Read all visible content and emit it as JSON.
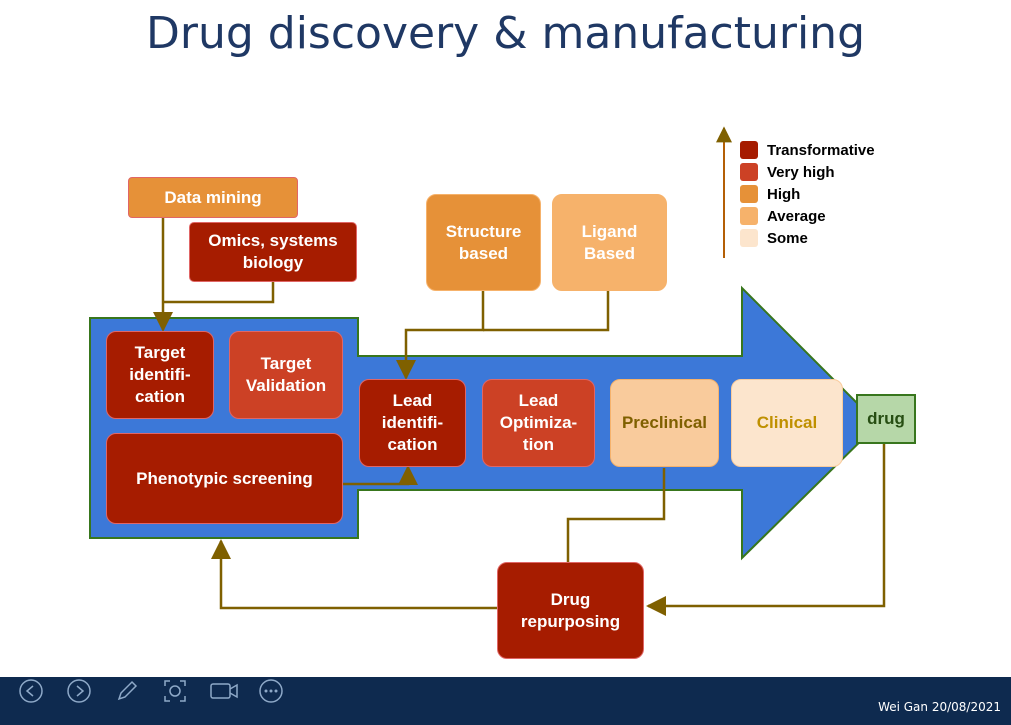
{
  "title": "Drug discovery & manufacturing",
  "colors": {
    "arrow": "#3c78d8",
    "connector": "#7f6000",
    "transformative": "#a61c00",
    "very_high": "#cc4125",
    "high": "#e69138",
    "average": "#f6b26b",
    "some": "#fce5cd",
    "drug_box": "#b6d7a8"
  },
  "legend": {
    "items": [
      {
        "label": "Transformative",
        "level": "transformative"
      },
      {
        "label": "Very high",
        "level": "very_high"
      },
      {
        "label": "High",
        "level": "high"
      },
      {
        "label": "Average",
        "level": "average"
      },
      {
        "label": "Some",
        "level": "some"
      }
    ]
  },
  "nodes": {
    "data_mining": "Data mining",
    "omics": "Omics, systems\nbiology",
    "structure_based": "Structure\nbased",
    "ligand_based": "Ligand\nBased",
    "target_identification": "Target\nidentifi-\ncation",
    "target_validation": "Target\nValidation",
    "phenotypic_screening": "Phenotypic screening",
    "lead_identification": "Lead\nidentifi-\ncation",
    "lead_optimization": "Lead\nOptimiza-\ntion",
    "preclinical": "Preclinical",
    "clinical": "Clinical",
    "drug": "drug",
    "drug_repurposing": "Drug\nrepurposing"
  },
  "toolbar": {
    "icons": [
      "previous-icon",
      "next-icon",
      "pen-icon",
      "zoom-icon",
      "camera-icon",
      "more-icon"
    ]
  },
  "footer": "Wei Gan 20/08/2021"
}
